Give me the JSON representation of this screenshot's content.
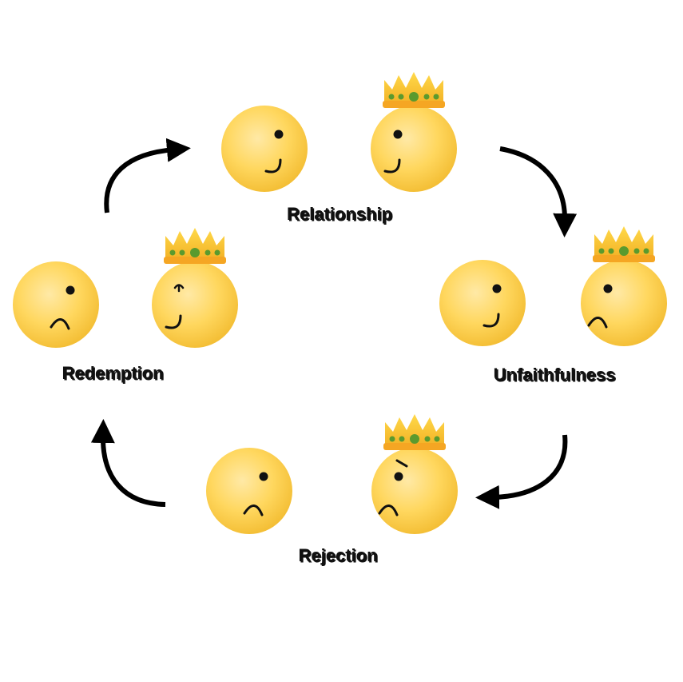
{
  "colors": {
    "face_light": "#ffe9a6",
    "face_mid": "#ffd75e",
    "face_dark": "#f3bd33",
    "feature": "#111111",
    "crown_top": "#ffd94a",
    "crown_bottom": "#f2b024",
    "crown_band": "#f5a623",
    "jewel": "#5a9a2e",
    "arrow": "#000000",
    "label_shadow": "#bdbdbd"
  },
  "stages": {
    "relationship": "Relationship",
    "unfaithfulness": "Unfaithfulness",
    "rejection": "Rejection",
    "redemption": "Redemption"
  },
  "figures": [
    {
      "id": "relationship-person",
      "crown": false,
      "mouth": "smile",
      "eye": "dot"
    },
    {
      "id": "relationship-king",
      "crown": true,
      "mouth": "smile",
      "eye": "dot"
    },
    {
      "id": "unfaithfulness-person",
      "crown": false,
      "mouth": "smile",
      "eye": "dot"
    },
    {
      "id": "unfaithfulness-king",
      "crown": true,
      "mouth": "frown",
      "eye": "dot"
    },
    {
      "id": "rejection-person",
      "crown": false,
      "mouth": "frown",
      "eye": "dot"
    },
    {
      "id": "rejection-king",
      "crown": true,
      "mouth": "frown",
      "eye": "dot-brow"
    },
    {
      "id": "redemption-person",
      "crown": false,
      "mouth": "frown",
      "eye": "dot"
    },
    {
      "id": "redemption-king",
      "crown": true,
      "mouth": "smile",
      "eye": "wink"
    }
  ],
  "arrows": [
    "redemption-to-relationship",
    "relationship-to-unfaithfulness",
    "unfaithfulness-to-rejection",
    "rejection-to-redemption"
  ]
}
